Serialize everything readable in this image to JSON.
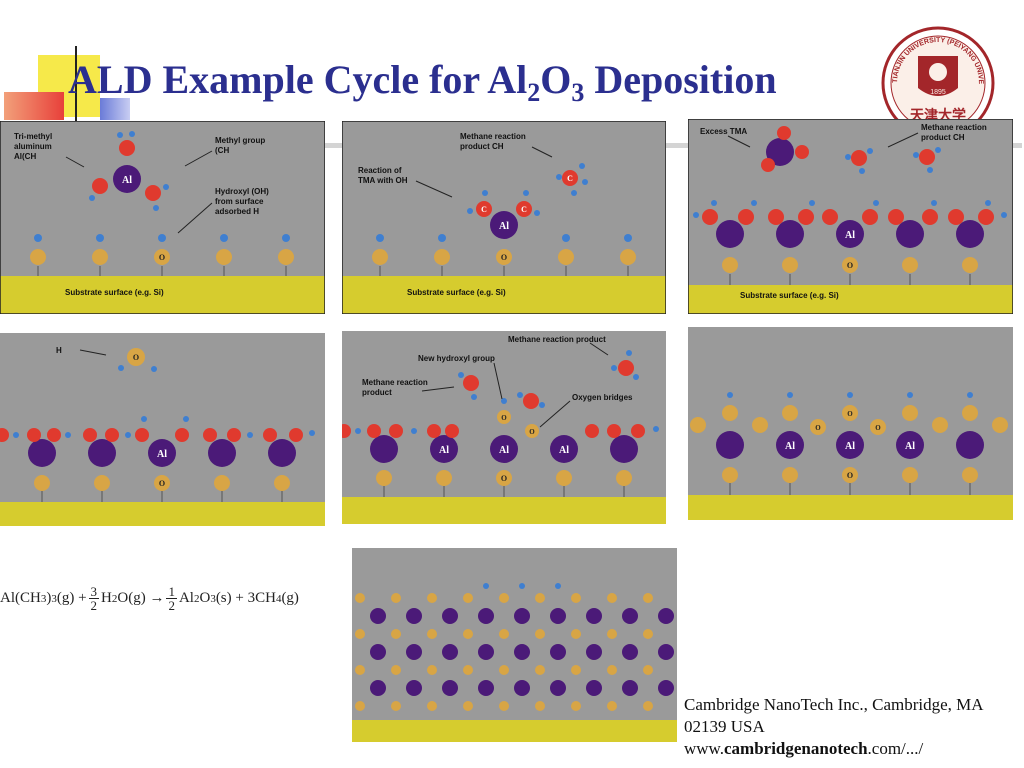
{
  "slide": {
    "title_parts": [
      "ALD Example Cycle for Al",
      "2",
      "O",
      "3",
      " Deposition"
    ],
    "logo_text_top": "TIANJIN UNIVERSITY (PEIYANG UNIVERSITY)",
    "logo_year": "1895",
    "logo_chars": "天津大学"
  },
  "panels": {
    "p1": {
      "labels": [
        "Tri-methyl",
        "aluminum",
        "Al(CH",
        "Methyl group",
        "(CH",
        "Hydroxyl (OH)",
        "from surface",
        "adsorbed H",
        "Substrate surface (e.g. Si)"
      ]
    },
    "p2": {
      "labels": [
        "Methane reaction",
        "product CH",
        "Reaction of",
        "TMA with OH",
        "Substrate surface (e.g. Si)"
      ]
    },
    "p3": {
      "labels": [
        "Excess TMA",
        "Methane reaction",
        "product CH",
        "Substrate surface (e.g. Si)"
      ]
    },
    "p4": {
      "labels": [
        "H"
      ]
    },
    "p5": {
      "labels": [
        "Methane reaction product",
        "New hydroxyl group",
        "Methane reaction",
        "product",
        "Oxygen bridges"
      ]
    }
  },
  "equation": {
    "lhs": "Al(CH",
    "lhs_sub1": "3",
    "lhs_mid": ")",
    "lhs_sub2": "3",
    "lhs_end": "(g) +",
    "frac1_num": "3",
    "frac1_den": "2",
    "water": "H",
    "water_sub": "2",
    "water_end": "O(g) →",
    "frac2_num": "1",
    "frac2_den": "2",
    "product": "Al",
    "product_sub1": "2",
    "product_mid": "O",
    "product_sub2": "3",
    "product_end": "(s) + 3CH",
    "methane_sub": "4",
    "methane_end": "(g)"
  },
  "credit": {
    "line1": "Cambridge NanoTech Inc., Cambridge, MA 02139 USA",
    "prefix": "www.",
    "bold": "cambridgenanotech",
    "suffix": ".com/.../"
  },
  "colors": {
    "title": "#2b2f8f",
    "panel_bg": "#9a9a9a",
    "substrate": "#d6cc2e",
    "al_atom": "#4b1a78",
    "o_atom": "#d8a545",
    "c_atom": "#e03a2e",
    "h_atom": "#3f7fd0"
  }
}
